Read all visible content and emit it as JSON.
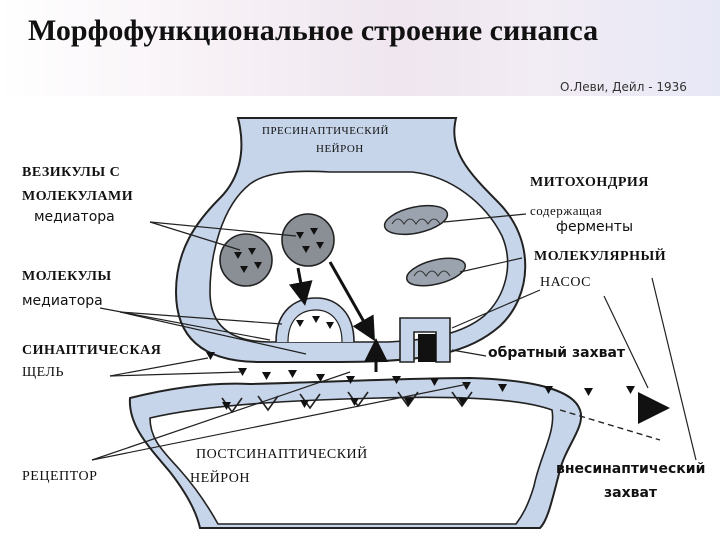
{
  "header": {
    "title": "Морфофункциональное строение синапса",
    "author": "О.Леви, Дейл - 1936"
  },
  "labels": {
    "presynaptic_line1": "ПРЕСИНАПТИЧЕСКИЙ",
    "presynaptic_line2": "НЕЙРОН",
    "vesicles_line1": "ВЕЗИКУЛЫ С",
    "vesicles_line2": "МОЛЕКУЛАМИ",
    "vesicles_line3": "медиатора",
    "molecules_line1": "МОЛЕКУЛЫ",
    "molecules_line2": "медиатора",
    "cleft_line1": "СИНАПТИЧЕСКАЯ",
    "cleft_line2": "ЩЕЛЬ",
    "receptor": "РЕЦЕПТОР",
    "postsynaptic_line1": "ПОСТСИНАПТИЧЕСКИЙ",
    "postsynaptic_line2": "НЕЙРОН",
    "mito_line1": "МИТОХОНДРИЯ",
    "mito_line2": "содержащая",
    "mito_line3": "ферменты",
    "pump_line1": "МОЛЕКУЛЯРНЫЙ",
    "pump_line2": "НАСОС",
    "reuptake": "обратный захват",
    "extra_line1": "внесинаптический",
    "extra_line2": "захват"
  },
  "colors": {
    "membrane_fill": "#c7d5ea",
    "outline": "#222222",
    "mediator": "#111111",
    "vesicle_fill": "#8a8f96",
    "mito_fill": "#9aa3ae"
  }
}
